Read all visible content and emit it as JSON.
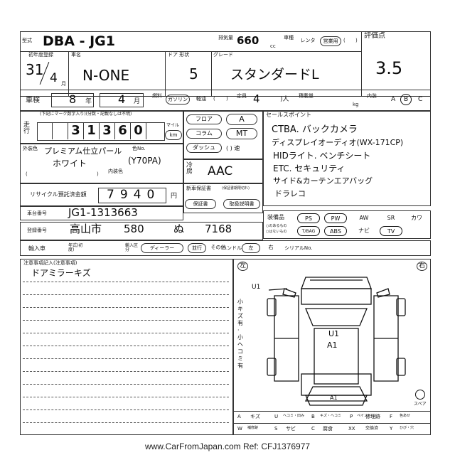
{
  "header": {
    "model_label": "型式",
    "model_code": "DBA  -  JG1",
    "displacement_label": "排気量",
    "displacement": "660",
    "cc_unit": "cc",
    "grade_score_label": "評価点",
    "score": "3.5",
    "first_reg_label": "初年度登録",
    "first_reg_year": "31",
    "first_reg_month": "4",
    "month_unit": "月",
    "car_name_label": "車名",
    "car_name": "N-ONE",
    "doors_label": "ドア 形状",
    "doors": "5",
    "grade_label": "グレード",
    "grade": "スタンダードL",
    "vehicle_type_label": "車種",
    "vehicle_type_options": [
      "レンタ",
      "営業用",
      "(",
      ")"
    ]
  },
  "inspection": {
    "label": "車検",
    "year": "8",
    "year_unit": "年",
    "month": "4",
    "month_unit": "月",
    "fuel_label": "燃料",
    "fuel_options": [
      "ガソリン",
      "軽油",
      "(",
      ")"
    ],
    "capacity_label": "定員",
    "capacity": "4",
    "capacity_unit": ")人",
    "load_label": "積載量",
    "load_unit": "kg",
    "interior_label": "内装",
    "interior_options": [
      "A",
      "B",
      "C"
    ]
  },
  "mileage": {
    "label": "走行",
    "note": "(下記にマーク数字入り)(分数・記載なしは不明)",
    "digits": [
      "",
      "",
      "3",
      "1",
      "3",
      "6",
      "0"
    ],
    "unit_options": [
      "マイル",
      "km"
    ],
    "shift_options": [
      "フロア",
      "コラム",
      "ダッシュ"
    ],
    "trans_options": [
      "A",
      "MT",
      "(     ) 速"
    ]
  },
  "color": {
    "label": "外装色",
    "color_no_label": "色No.",
    "name_line1": "プレミアム仕立パール",
    "name_line2": "ホワイト",
    "color_code": "(Y70PA)",
    "interior_color_label": "内装色",
    "paren_open": "(",
    "paren_close": ")"
  },
  "aircon": {
    "label": "冷房",
    "value": "AAC"
  },
  "sales_points": {
    "label": "セールスポイント",
    "items": [
      "CTBA. バックカメラ",
      "ディスプレイオーディオ(WX-171CP)",
      "HIDライト. ベンチシート",
      "ETC. セキュリティ",
      "サイド&カーテンエアバッグ",
      "ドラレコ"
    ]
  },
  "recycle": {
    "label": "リサイクル預託済金額",
    "amount": "7940",
    "unit": "円"
  },
  "new_car_warranty": {
    "label": "新車保証書",
    "note": "(保証書期限切れ)",
    "options": [
      "保証書",
      "取扱説明書"
    ]
  },
  "chassis": {
    "label": "車台番号",
    "value": "JG1-1313663"
  },
  "equipment": {
    "label": "装備品",
    "note_line1": "○のあるもの",
    "note_line2": "○はないもの",
    "row1": [
      "PS",
      "PW",
      "AW",
      "SR",
      "カワ"
    ],
    "row2": [
      "T/BAG",
      "ABS",
      "ナビ",
      "TV"
    ]
  },
  "registration": {
    "label": "登録番号",
    "region": "高山市",
    "class_no": "580",
    "kana": "ぬ",
    "number": "7168"
  },
  "import": {
    "label": "輸入車",
    "year_label": "年式(初度)",
    "dealer_label": "輸入区分",
    "options": [
      "ディーラー",
      "並行",
      "その他"
    ],
    "handle_label": "ハンドル",
    "handle_options": [
      "左",
      "右"
    ],
    "serial_label": "シリアルNo."
  },
  "notes": {
    "label": "注意事項記入(注意事項)",
    "first_note": "ドアミラーキズ"
  },
  "diagram": {
    "left_mark": "左",
    "right_mark": "右",
    "side_note": "小キズ 有 · 小ヘコミ 有",
    "mark_front": "U1",
    "mark_center_1": "U1",
    "mark_center_2": "A1",
    "mark_rear": "A1",
    "spare_label": "スペア"
  },
  "legend": {
    "row1": [
      "A",
      "キズ",
      "U",
      "ヘコミ・凹み",
      "B",
      "キズ・ヘコミ",
      "P",
      "ペイント",
      "修理跡",
      "F",
      "色あせ"
    ],
    "row2": [
      "W",
      "補修跡",
      "S",
      "サビ",
      "C",
      "腐食",
      "XX",
      "交換済",
      "Y",
      "ひび・穴"
    ]
  },
  "footer": {
    "text": "www.CarFromJapan.com Ref: CFJ1376977"
  }
}
